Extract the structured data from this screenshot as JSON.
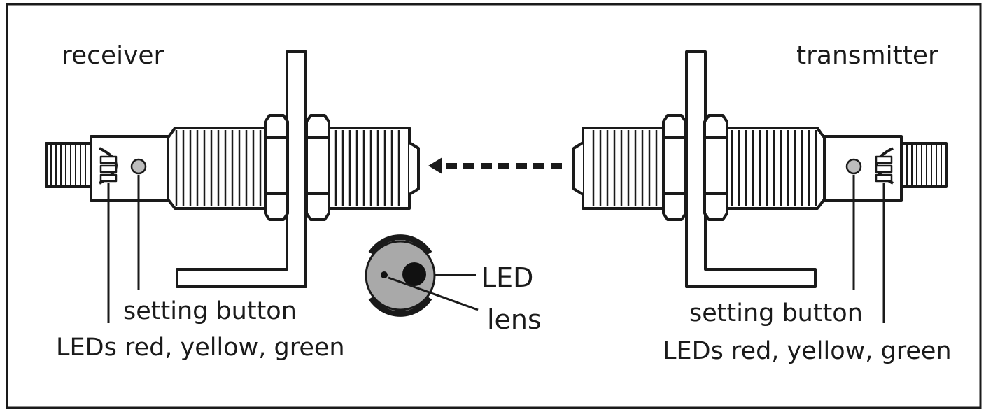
{
  "receiver": {
    "title": "receiver",
    "setting_button_label": "setting button",
    "leds_label": "LEDs red, yellow, green"
  },
  "transmitter": {
    "title": "transmitter",
    "setting_button_label": "setting button",
    "leds_label": "LEDs red, yellow, green"
  },
  "lens_detail": {
    "led_label": "LED",
    "lens_label": "lens"
  },
  "colors": {
    "stroke": "#1a1a1a",
    "lens_face": "#a9a9a9",
    "button": "#bdbdbd"
  }
}
